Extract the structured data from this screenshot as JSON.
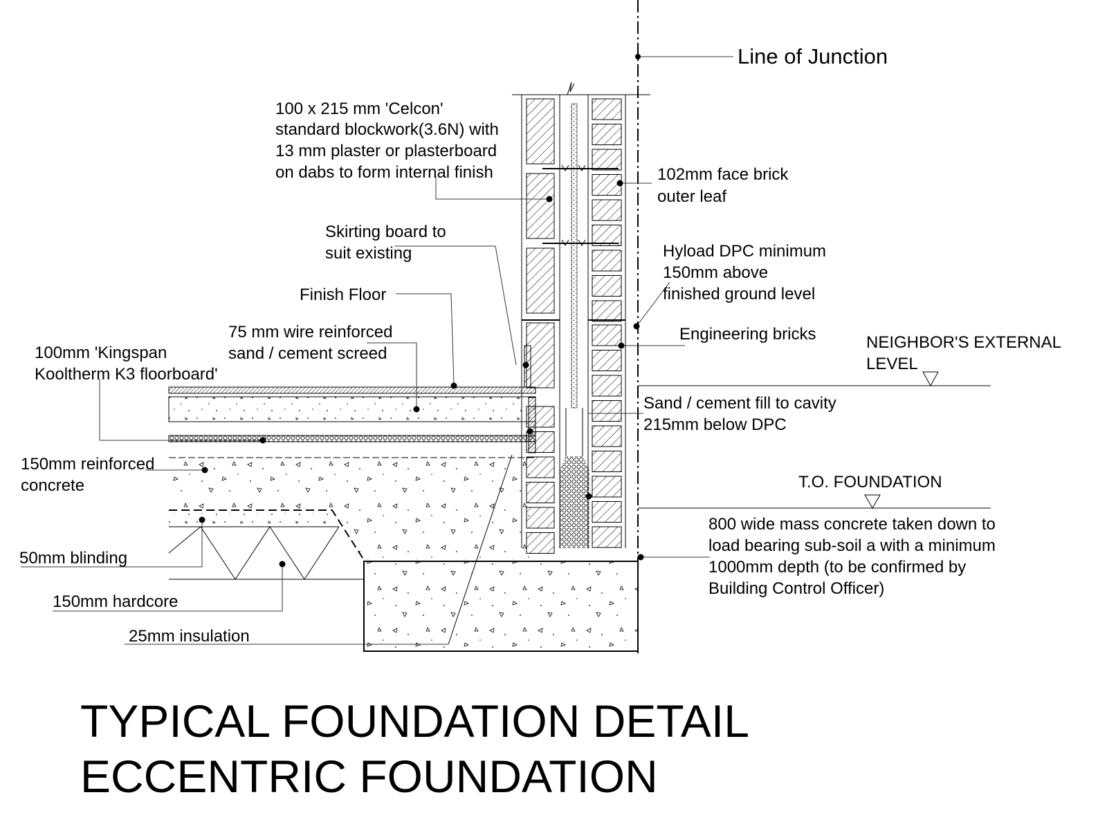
{
  "labels": {
    "line_of_junction": "Line of Junction",
    "blockwork": [
      "100 x 215 mm 'Celcon'",
      "standard blockwork(3.6N) with",
      "13 mm plaster or plasterboard",
      "on dabs to form internal finish"
    ],
    "face_brick": [
      "102mm face brick",
      "outer leaf"
    ],
    "skirting": [
      "Skirting board to",
      "suit existing"
    ],
    "hyload_dpc": [
      "Hyload DPC minimum",
      "150mm above",
      "finished ground level"
    ],
    "finish_floor": "Finish Floor",
    "engineering_bricks": "Engineering bricks",
    "screed": [
      "75 mm wire reinforced",
      "sand / cement screed"
    ],
    "kingspan": [
      "100mm 'Kingspan",
      "Kooltherm K3 floorboard'"
    ],
    "neighbors_level": [
      "NEIGHBOR'S EXTERNAL",
      "LEVEL"
    ],
    "cavity_fill": [
      "Sand / cement fill to cavity",
      "215mm below DPC"
    ],
    "reinforced_concrete": [
      "150mm reinforced",
      "concrete"
    ],
    "to_foundation": "T.O. FOUNDATION",
    "mass_concrete": [
      "800 wide mass concrete taken down to",
      "load bearing sub-soil a with a minimum",
      "1000mm depth (to be confirmed by",
      "Building Control Officer)"
    ],
    "blinding": "50mm blinding",
    "hardcore": "150mm hardcore",
    "insulation": "25mm insulation"
  },
  "title": {
    "line1": "TYPICAL FOUNDATION DETAIL",
    "line2": "ECCENTRIC FOUNDATION"
  }
}
